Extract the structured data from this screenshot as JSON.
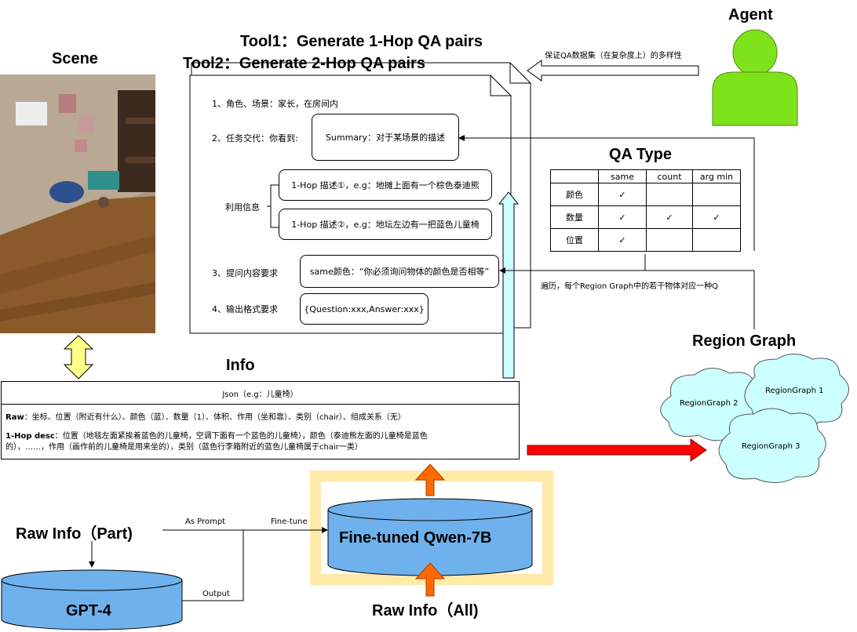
{
  "headings": {
    "agent": "Agent",
    "tool1": "Tool1：Generate 1-Hop QA pairs",
    "tool2": "Tool2：Generate 2-Hop QA pairs",
    "scene": "Scene",
    "qa_type": "QA Type",
    "region_graph": "Region Graph",
    "info": "Info",
    "raw_info_part": "Raw Info（Part)",
    "raw_info_all": "Raw Info（All)"
  },
  "agent_note": "保证QA数据集（在复杂度上）的多样性",
  "prompt_doc": {
    "item1": "1、角色、场景：家长，在房间内",
    "item2": "2、任务交代：你看到:",
    "summary": "Summary：对于某场景的描述",
    "use_info": "利用信息",
    "hop1": "1-Hop 描述①，e.g：地摊上面有一个棕色泰迪熊",
    "hop2": "1-Hop 描述②，e.g：地坛左边有一把蓝色儿童椅",
    "item3": "3、提问内容要求",
    "same_color": "same颜色：“你必须询问物体的颜色是否相等”",
    "item4": "4、输出格式要求",
    "format": "{Question:xxx,Answer:xxx}"
  },
  "qa_table": {
    "columns": [
      "",
      "same",
      "count",
      "arg min"
    ],
    "rows": [
      {
        "label": "颜色",
        "cells": [
          "✓",
          "",
          ""
        ]
      },
      {
        "label": "数量",
        "cells": [
          "✓",
          "✓",
          "✓"
        ]
      },
      {
        "label": "位置",
        "cells": [
          "✓",
          "",
          ""
        ]
      }
    ]
  },
  "traverse_note": "遍历，每个Region Graph中的若干物体对应一种Q",
  "region_graphs": [
    "RegionGraph 1",
    "RegionGraph 2",
    "RegionGraph 3"
  ],
  "info_box": {
    "header": "Json（e.g：儿童椅）",
    "raw_label": "Raw",
    "raw_text": "：坐标、位置（附近有什么）、颜色（蓝）、数量（1）、体积、作用（坐和靠）、类别（chair）、组成关系（无）",
    "desc_label": "1-Hop desc",
    "desc_line1": "：位置（地毯左面紧挨着蓝色的儿童椅，空调下面有一个蓝色的儿童椅），颜色（泰迪熊左面的儿童椅是蓝色",
    "desc_line2": "的），……，作用（画作前的儿童椅是用来坐的），类别（蓝色行李箱附近的蓝色儿童椅属于chair一类）"
  },
  "edge_labels": {
    "as_prompt": "As Prompt",
    "fine_tune": "Fine-tune",
    "output": "Output"
  },
  "models": {
    "qwen": "Fine-tuned Qwen-7B",
    "gpt": "GPT-4"
  },
  "colors": {
    "agent_fill": "#7fe31b",
    "cyan_arrow": "#ccffff",
    "yellow_arrow": "#ffff88",
    "red_arrow": "#ff0000",
    "orange_arrow": "#ff6a00",
    "cloud_fill": "#ccffff",
    "cylinder_fill": "#6fb1ec",
    "qwen_frame": "#ffe699"
  }
}
